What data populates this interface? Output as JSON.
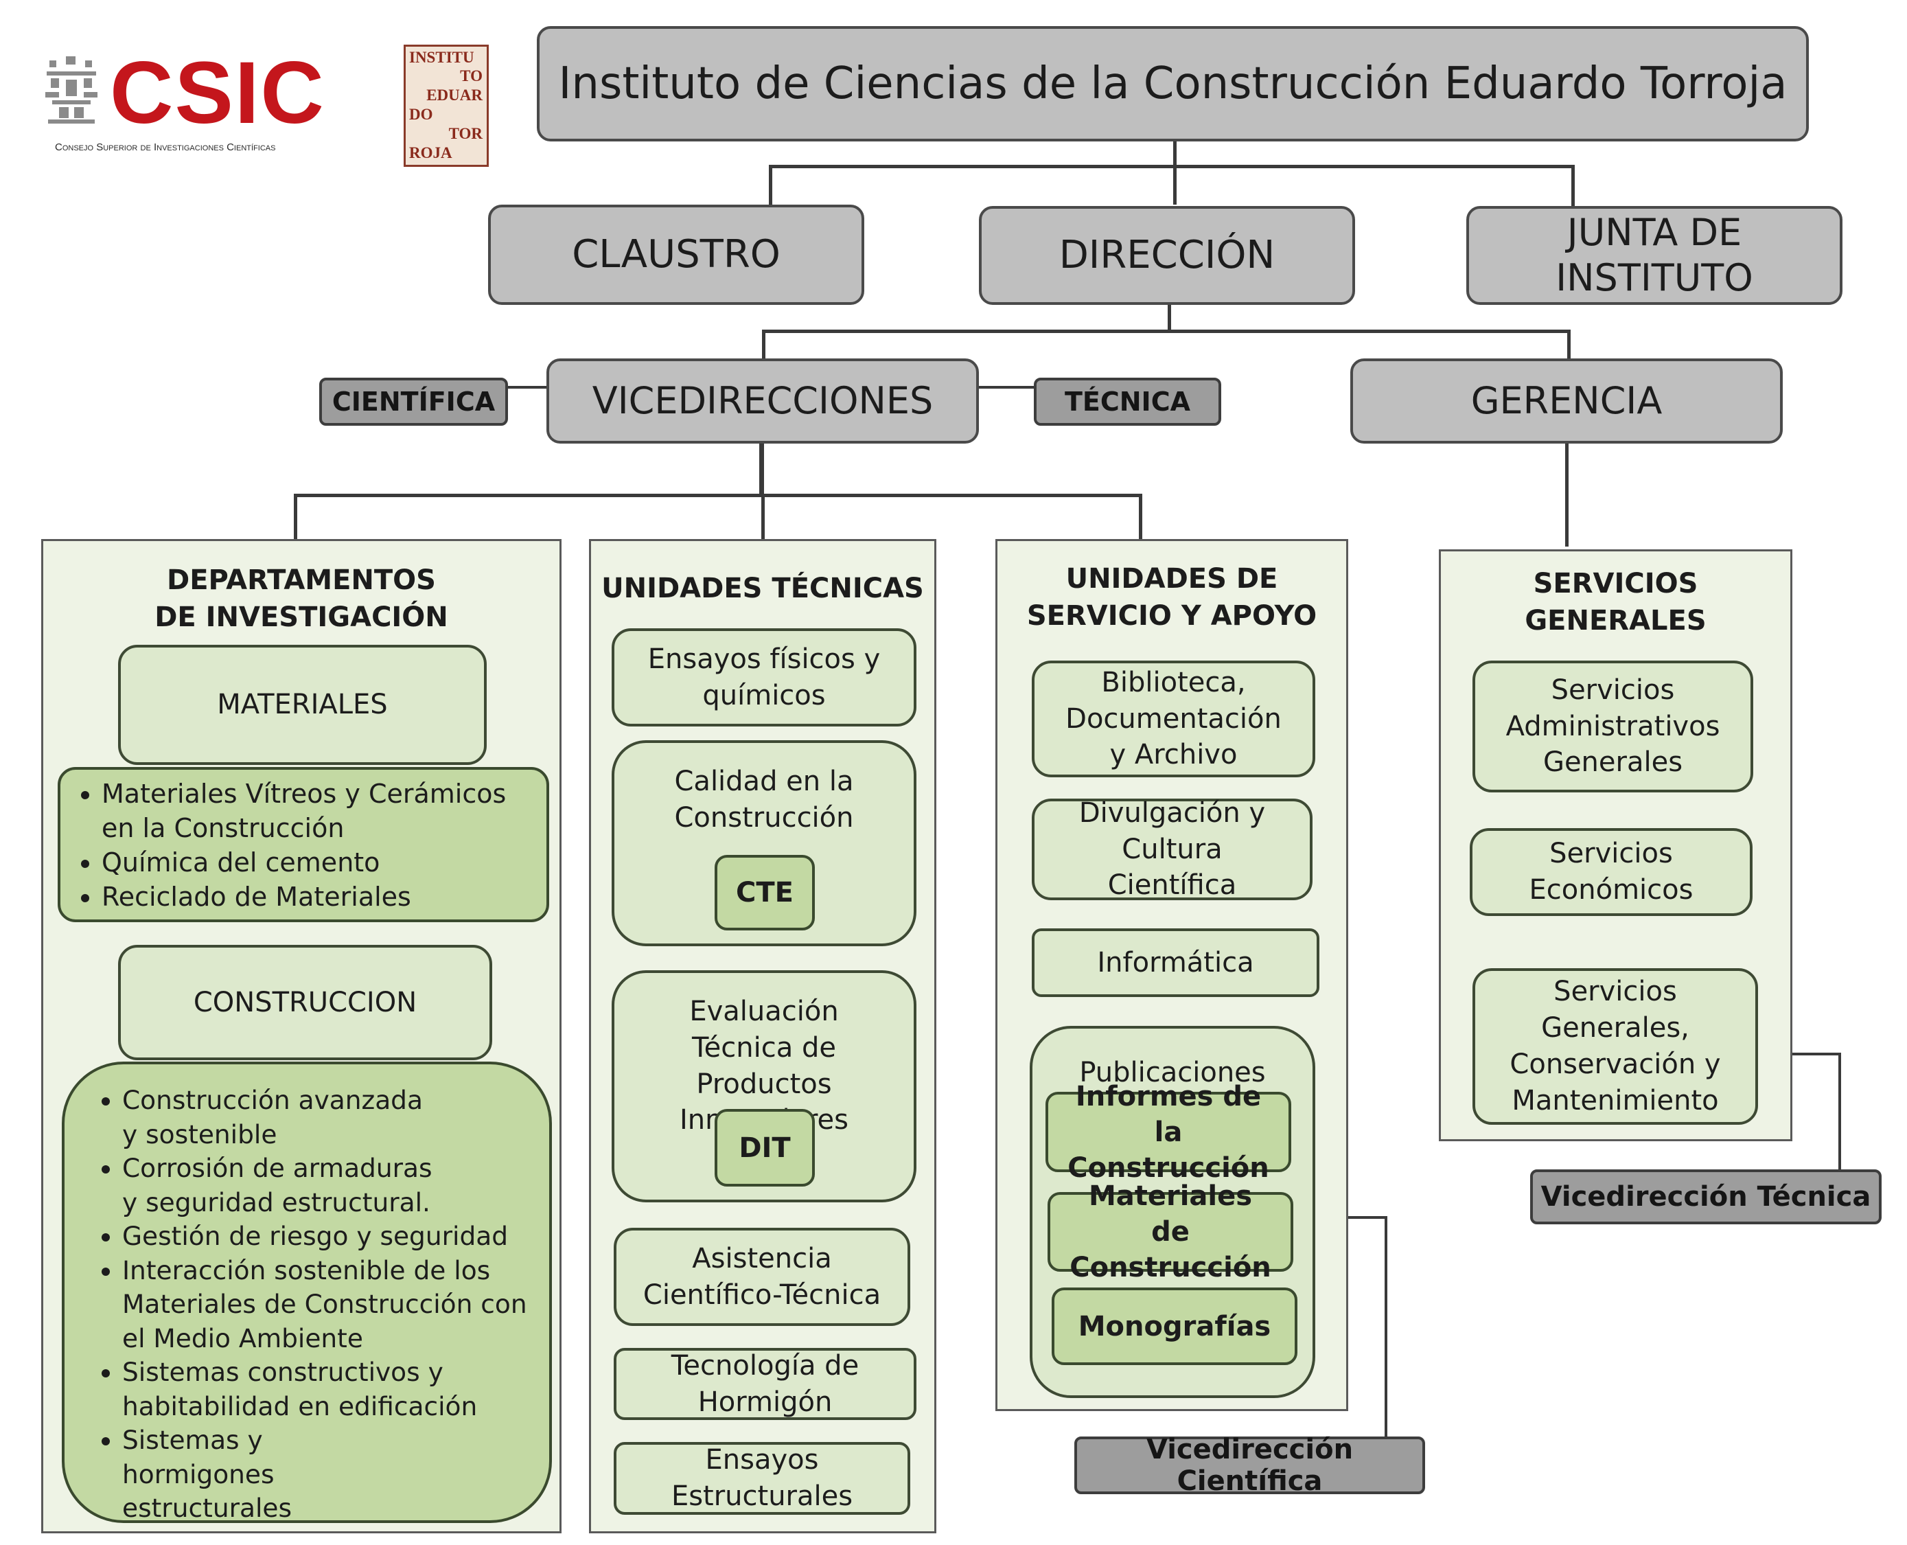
{
  "header": {
    "csic_text": "CSIC",
    "csic_subtitle": "Consejo Superior de Investigaciones Científicas",
    "ietcc_logo_lines": [
      "INSTITU",
      "TO",
      "EDUAR",
      "DO",
      "TOR",
      "ROJA"
    ],
    "title": "Instituto de Ciencias de la Construcción Eduardo Torroja"
  },
  "level2": {
    "claustro": "CLAUSTRO",
    "direccion": "DIRECCIÓN",
    "junta": "JUNTA DE INSTITUTO"
  },
  "level3": {
    "cientifica": "CIENTÍFICA",
    "vicedirecciones": "VICEDIRECCIONES",
    "tecnica": "TÉCNICA",
    "gerencia": "GERENCIA"
  },
  "departamentos": {
    "title": "DEPARTAMENTOS DE INVESTIGACIÓN",
    "materiales": {
      "label": "MATERIALES",
      "items": [
        "Materiales Vítreos y Cerámicos en la Construcción",
        "Química del cemento",
        "Reciclado de Materiales"
      ]
    },
    "construccion": {
      "label": "CONSTRUCCION",
      "items": [
        "Construcción avanzada y sostenible",
        "Corrosión de armaduras y seguridad estructural.",
        "Gestión de riesgo y seguridad",
        "Interacción sostenible de los Materiales de Construcción con el Medio Ambiente",
        "Sistemas constructivos y habitabilidad en edificación",
        "Sistemas y hormigones estructurales"
      ]
    }
  },
  "unidades_tecnicas": {
    "title": "UNIDADES TÉCNICAS",
    "ensayos_fisicos": "Ensayos físicos y químicos",
    "calidad": "Calidad en la Construcción",
    "cte": "CTE",
    "evaluacion": "Evaluación Técnica de Productos Innovadores",
    "dit": "DIT",
    "asistencia": "Asistencia Científico-Técnica",
    "hormigon": "Tecnología de Hormigón",
    "ensayos_estructurales": "Ensayos Estructurales"
  },
  "unidades_servicio": {
    "title": "UNIDADES DE SERVICIO Y APOYO",
    "biblioteca": "Biblioteca, Documentación y Archivo",
    "divulgacion": "Divulgación y Cultura Científica",
    "informatica": "Informática",
    "publicaciones": "Publicaciones",
    "informes": "Informes de la Construcción",
    "materiales_construccion": "Materiales de Construcción",
    "monografias": "Monografías"
  },
  "servicios_generales": {
    "title": "SERVICIOS GENERALES",
    "administrativos": "Servicios Administrativos Generales",
    "economicos": "Servicios Económicos",
    "conservacion": "Servicios Generales, Conservación y Mantenimiento"
  },
  "tags": {
    "vicedireccion_cientifica": "Vicedirección Científica",
    "vicedireccion_tecnica": "Vicedirección Técnica"
  },
  "colors": {
    "csic_red": "#c4161c",
    "gray_box": "#bfbfbf",
    "light_green": "#dde9cd",
    "mid_green": "#c3d9a3",
    "panel_bg": "#eef3e5"
  }
}
